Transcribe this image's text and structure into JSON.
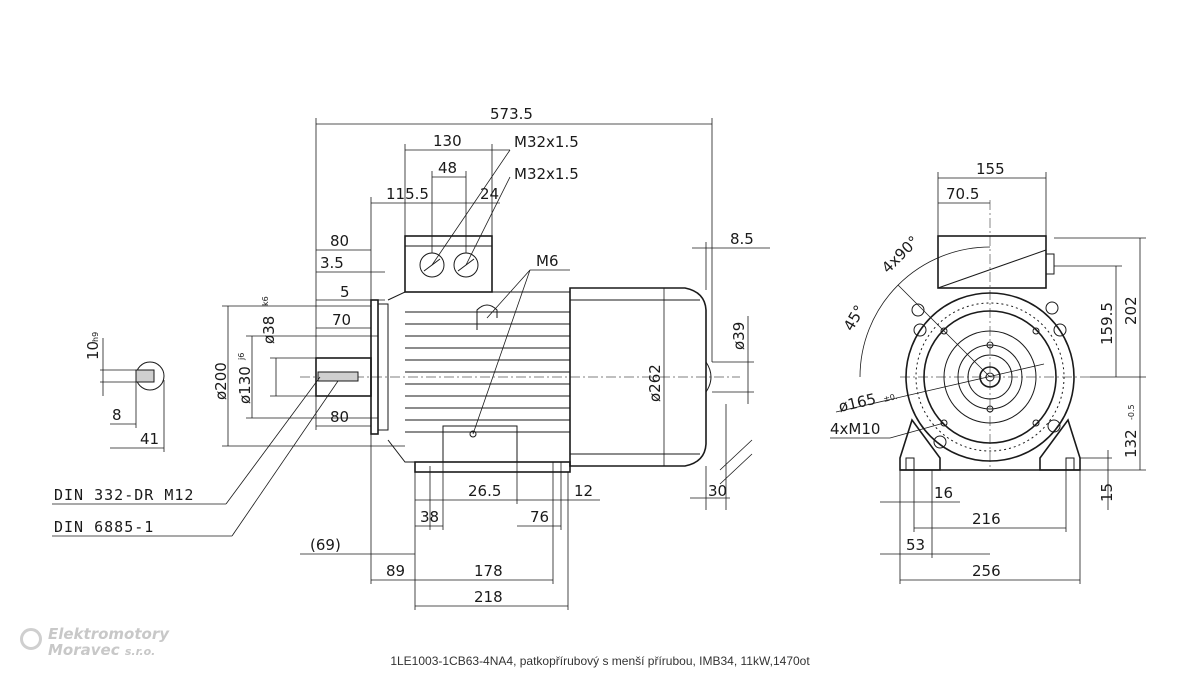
{
  "dimensions": {
    "overall_length": "573.5",
    "tb_width": "130",
    "gland_pitch": "48",
    "tb_offset": "115.5",
    "tb_small": "24",
    "gland_1": "M32x1.5",
    "gland_2": "M32x1.5",
    "d80_top": "80",
    "d3_5": "3.5",
    "d5": "5",
    "d70": "70",
    "d80_bot": "80",
    "d8_5": "8.5",
    "m6": "M6",
    "d200": "ø200",
    "d130": "ø130",
    "d130_tol": "j6",
    "d38": "ø38",
    "d38_tol": "k6",
    "d262": "ø262",
    "d39": "ø39",
    "key_h": "10",
    "key_h_tol": "h9",
    "key_8": "8",
    "key_41": "41",
    "d26_5": "26.5",
    "d12": "12",
    "d30": "30",
    "d38_foot": "38",
    "d76": "76",
    "d69": "(69)",
    "d89": "89",
    "d178": "178",
    "d218": "218",
    "std_1": "DIN 332-DR M12",
    "std_2": "DIN 6885-1",
    "e155": "155",
    "e70_5": "70.5",
    "e4x90": "4x90°",
    "e45": "45°",
    "e165": "ø165",
    "e165_tol": "±0.",
    "e4xm10": "4xM10",
    "e159_5": "159.5",
    "e202": "202",
    "e132": "132",
    "e132_tol": "-0.5",
    "e15": "15",
    "e16": "16",
    "e216": "216",
    "e53": "53",
    "e256": "256"
  },
  "caption": "1LE1003-1CB63-4NA4, patkopřírubový s menší přírubou, IMB34, 11kW,1470ot",
  "logo": {
    "line1": "Elektromotory",
    "line2": "Moravec",
    "line2_suffix": "s.r.o."
  }
}
